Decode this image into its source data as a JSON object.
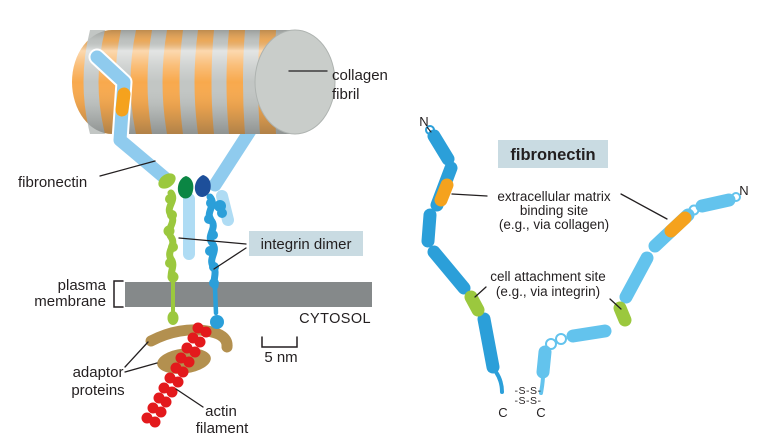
{
  "colors": {
    "background": "#FFFFFF",
    "text": "#231F20",
    "label_bg": "#C9DBE2",
    "collagen_orange": "#F8A94D",
    "collagen_gray": "#C2C6C4",
    "collagen_cap": "#C9CDCA",
    "fibronectin_light_blue": "#8FCBEE",
    "fibronectin_pale_blue": "#AFDCF4",
    "fibronectin_dark_blue": "#2B9FD9",
    "fibronectin_sky_blue": "#63C3ED",
    "binding_site_orange": "#F5A21D",
    "attachment_site_green": "#9BC83E",
    "integrin_green": "#9BC83E",
    "integrin_green_head": "#0B8644",
    "integrin_blue": "#2B9FD9",
    "integrin_blue_head": "#1D4F9A",
    "membrane_gray": "#85898A",
    "adaptor_tan": "#B3904F",
    "actin_red": "#E3191C"
  },
  "left_panel": {
    "labels": {
      "fibronectin": "fibronectin",
      "collagen_line1": "collagen",
      "collagen_line2": "fibril",
      "integrin_dimer": "integrin dimer",
      "plasma_line1": "plasma",
      "plasma_line2": "membrane",
      "cytosol": "CYTOSOL",
      "scale_bar": "5 nm",
      "adaptor_line1": "adaptor",
      "adaptor_line2": "proteins",
      "actin_line1": "actin",
      "actin_line2": "filament"
    }
  },
  "right_panel": {
    "title": "fibronectin",
    "labels": {
      "n_terminus": "N",
      "c_terminus": "C",
      "ecm_line1": "extracellular matrix",
      "ecm_line2": "binding site",
      "ecm_line3": "(e.g., via collagen)",
      "cell_line1": "cell attachment site",
      "cell_line2": "(e.g., via integrin)",
      "disulfide_row1": "-S-S-",
      "disulfide_row2": "-S-S-"
    }
  }
}
